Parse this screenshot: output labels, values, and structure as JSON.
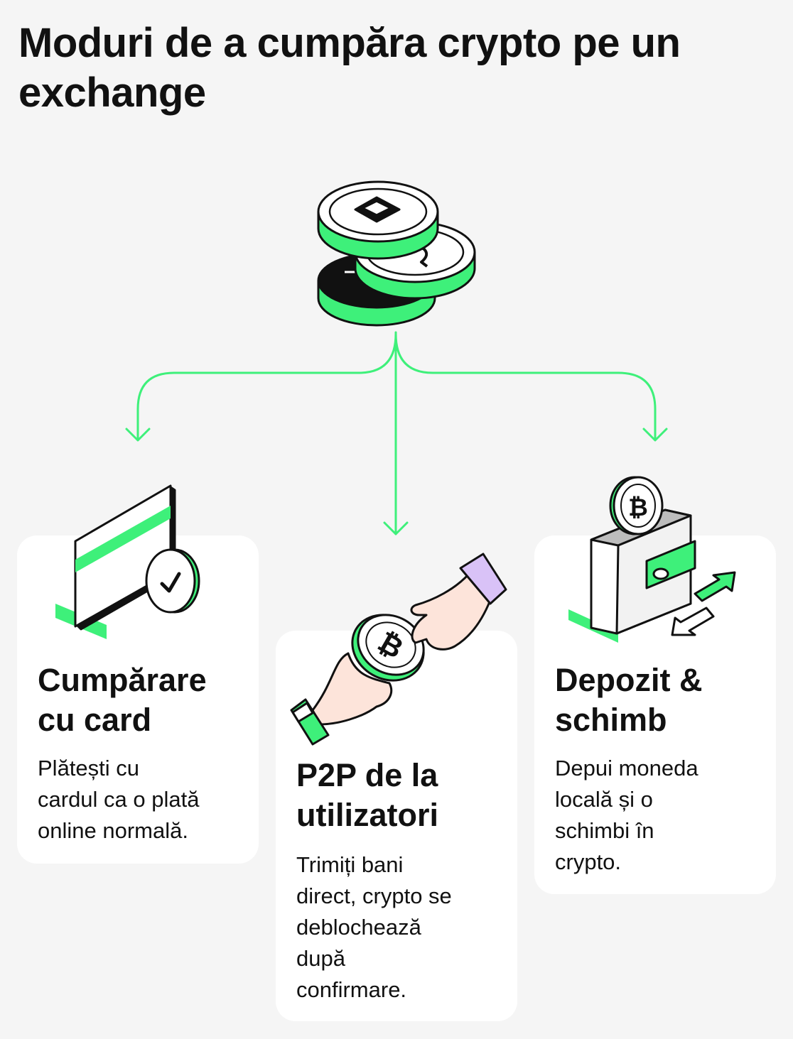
{
  "title": "Moduri de a cumpăra crypto pe un exchange",
  "colors": {
    "accent": "#3ef07a",
    "background": "#f5f5f5",
    "card": "#ffffff",
    "ink": "#111111",
    "cuff": "#d9c2f7",
    "skin": "#fde4da"
  },
  "icons": {
    "coins": "crypto-coins-stack-icon",
    "card": "credit-card-check-icon",
    "p2p": "hands-bitcoin-icon",
    "wallet": "wallet-exchange-icon"
  },
  "methods": [
    {
      "title_line1": "Cumpărare",
      "title_line2": "cu card",
      "desc": [
        "Plătești cu",
        "cardul ca o plată",
        "online normală."
      ]
    },
    {
      "title_line1": "P2P de la",
      "title_line2": "utilizatori",
      "desc": [
        "Trimiți bani",
        "direct, crypto se",
        "deblochează",
        "după",
        "confirmare."
      ]
    },
    {
      "title_line1": "Depozit &",
      "title_line2": "schimb",
      "desc": [
        "Depui moneda",
        "locală și o",
        "schimbi în",
        "crypto."
      ]
    }
  ]
}
